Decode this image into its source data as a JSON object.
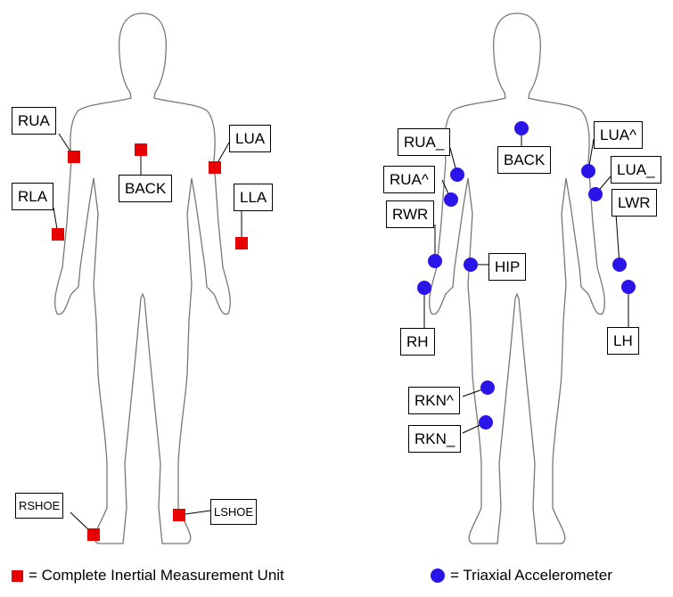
{
  "colors": {
    "imu": "#e60000",
    "accel": "#2a14e8",
    "outline": "#777777",
    "line": "#000000"
  },
  "figures": {
    "left": {
      "labels": {
        "rua": "RUA",
        "rla": "RLA",
        "back": "BACK",
        "lua": "LUA",
        "lla": "LLA",
        "rshoe": "RSHOE",
        "lshoe": "LSHOE"
      }
    },
    "right": {
      "labels": {
        "rua_low": "RUA_",
        "rua_high": "RUA^",
        "rwr": "RWR",
        "rh": "RH",
        "back": "BACK",
        "hip": "HIP",
        "lua_high": "LUA^",
        "lua_low": "LUA_",
        "lwr": "LWR",
        "lh": "LH",
        "rkn_high": "RKN^",
        "rkn_low": "RKN_"
      }
    }
  },
  "legend": {
    "imu": "= Complete Inertial Measurement Unit",
    "accel": "= Triaxial Accelerometer"
  }
}
